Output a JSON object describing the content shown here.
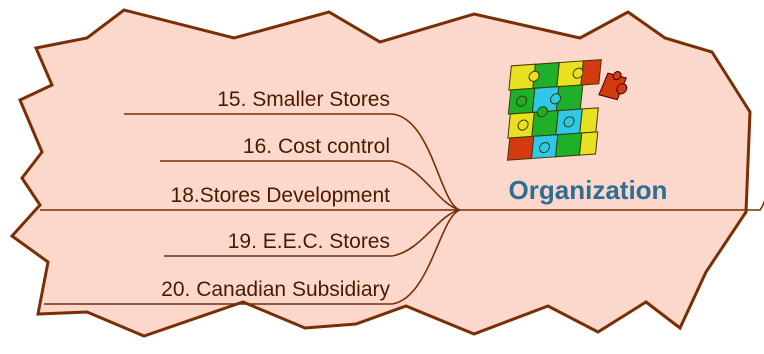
{
  "center": {
    "label": "Organization",
    "icon": "jigsaw-puzzle-icon"
  },
  "branches": [
    {
      "label": "15. Smaller Stores"
    },
    {
      "label": "16. Cost control"
    },
    {
      "label": "18.Stores Development"
    },
    {
      "label": "19. E.E.C. Stores"
    },
    {
      "label": "20. Canadian Subsidiary"
    }
  ],
  "colors": {
    "cloud_fill": "#fcd8cc",
    "cloud_stroke": "#7a2e04",
    "line": "#7a2e04",
    "text": "#4a1a00",
    "center_text": "#2e6e94",
    "puzzle": [
      "#e8e020",
      "#1fb02a",
      "#2ec8e8",
      "#d43a10"
    ]
  }
}
